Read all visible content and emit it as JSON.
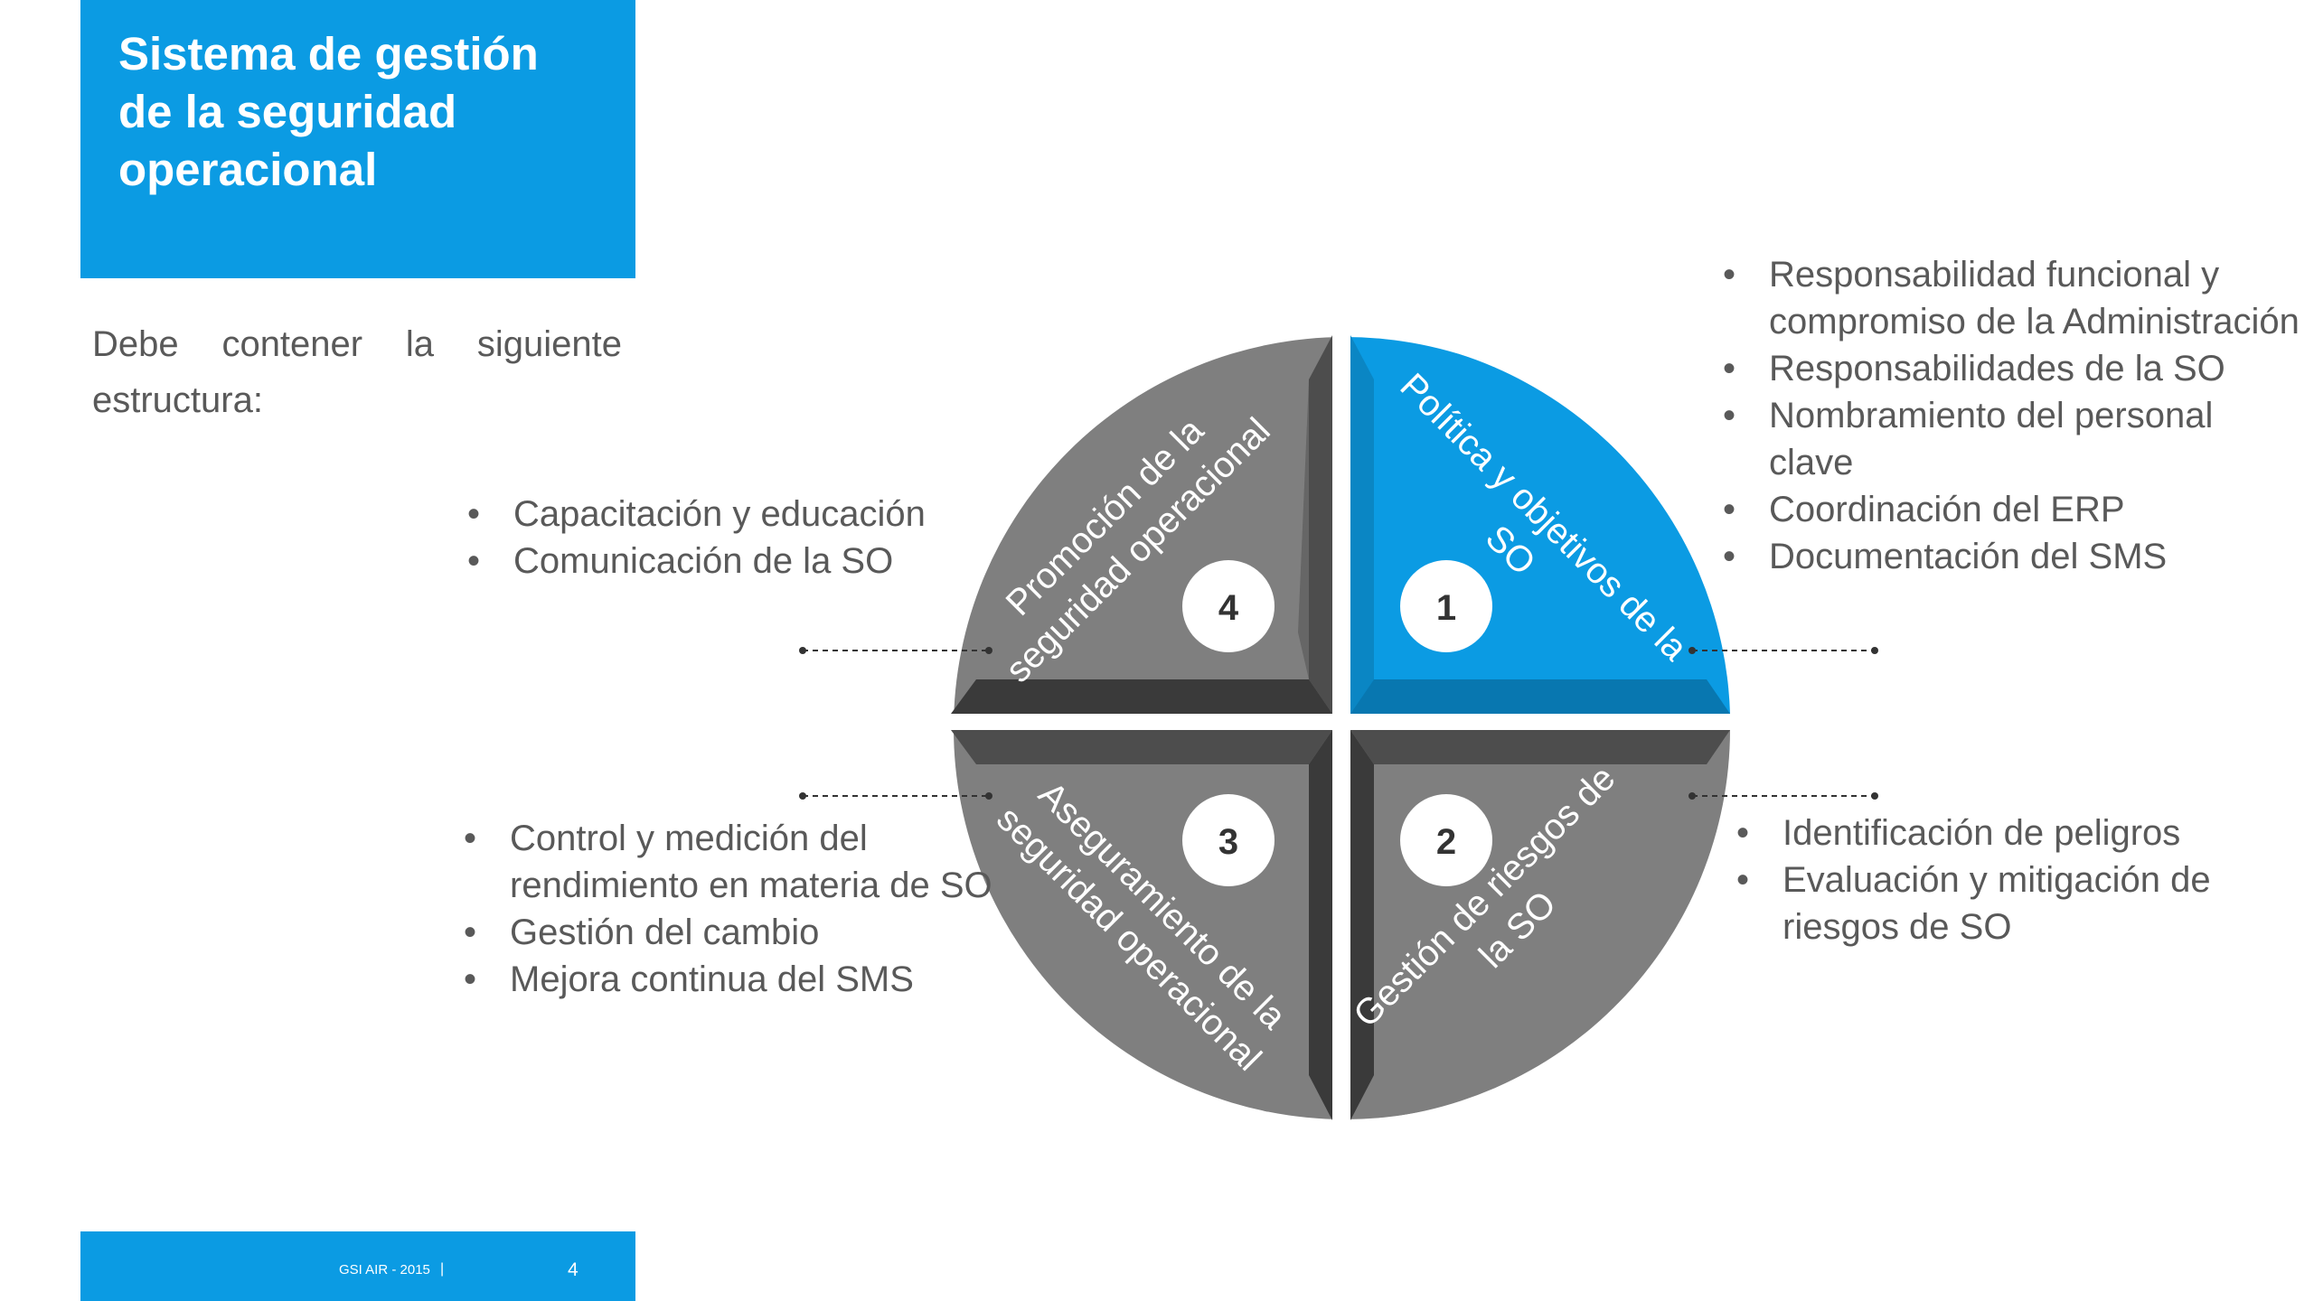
{
  "title": "Sistema de gestión de la seguridad operacional",
  "intro": "Debe contener la siguiente estructura:",
  "quadrants": {
    "q1": {
      "number": "1",
      "label_line1": "Política y objetivos de la",
      "label_line2": "SO",
      "color": "#0B9BE3",
      "bullets": [
        "Responsabilidad funcional y compromiso de la Administración",
        "Responsabilidades de la SO",
        "Nombramiento del personal clave",
        "Coordinación del ERP",
        "Documentación del SMS"
      ]
    },
    "q2": {
      "number": "2",
      "label_line1": "Gestión de riesgos de",
      "label_line2": "la SO",
      "color": "#7F7F7F",
      "bullets": [
        "Identificación de peligros",
        "Evaluación y mitigación de riesgos de SO"
      ]
    },
    "q3": {
      "number": "3",
      "label_line1": "Aseguramiento de la",
      "label_line2": "seguridad operacional",
      "color": "#7F7F7F",
      "bullets": [
        "Control y medición del rendimiento en materia de SO",
        "Gestión del cambio",
        "Mejora continua del SMS"
      ]
    },
    "q4": {
      "number": "4",
      "label_line1": "Promoción de la",
      "label_line2": "seguridad operacional",
      "color": "#7F7F7F",
      "bullets": [
        "Capacitación y educación",
        "Comunicación de la SO"
      ]
    }
  },
  "footer": {
    "text": "GSI AIR - 2015",
    "separator": "|",
    "page": "4"
  },
  "colors": {
    "accent": "#0B9BE3",
    "quadrant_gray": "#7F7F7F",
    "text": "#595959"
  }
}
